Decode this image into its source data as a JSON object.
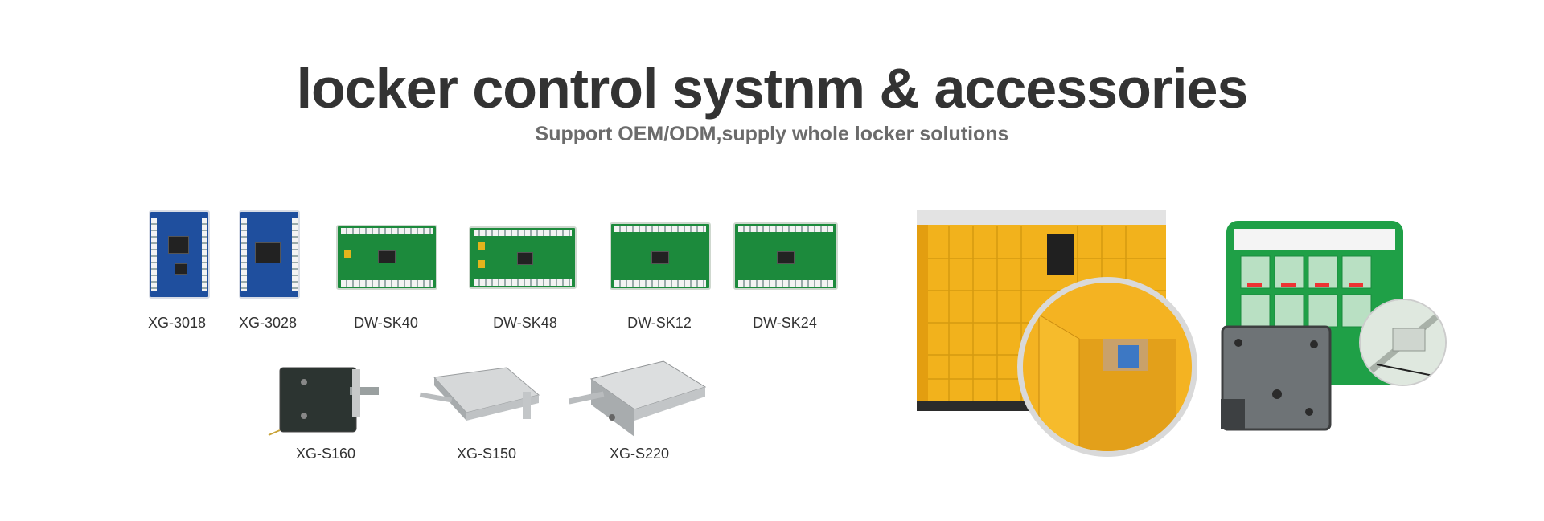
{
  "header": {
    "title": "locker control systnm & accessories",
    "subtitle": "Support OEM/ODM,supply whole locker solutions"
  },
  "boards": [
    {
      "label": "XG-3018",
      "color": "blue"
    },
    {
      "label": "XG-3028",
      "color": "blue"
    },
    {
      "label": "DW-SK40",
      "color": "green"
    },
    {
      "label": "DW-SK48",
      "color": "green"
    },
    {
      "label": "DW-SK12",
      "color": "green"
    },
    {
      "label": "DW-SK24",
      "color": "green"
    }
  ],
  "locks": [
    {
      "label": "XG-S160",
      "finish": "black"
    },
    {
      "label": "XG-S150",
      "finish": "silver"
    },
    {
      "label": "XG-S220",
      "finish": "silver"
    }
  ],
  "colors": {
    "title": "#333333",
    "subtitle": "#6b6b6b",
    "locker_yellow": "#f4b322",
    "locker_green": "#1fa047"
  }
}
